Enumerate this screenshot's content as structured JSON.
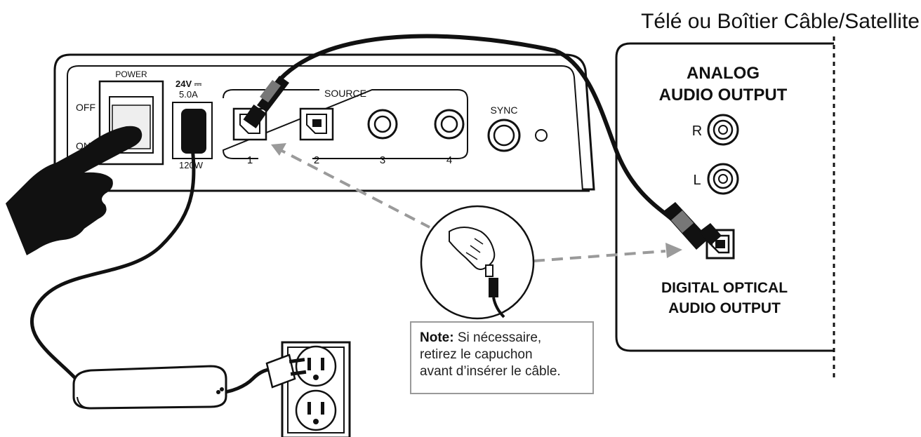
{
  "device_title": "Télé ou Boîtier Câble/Satellite",
  "soundbar_panel": {
    "power_label": "POWER",
    "off_label": "OFF",
    "on_label": "ON",
    "voltage_label": "24V ⎓",
    "current_label": "5.0A",
    "wattage_label": "120W",
    "source_label": "SOURCE",
    "port_labels": [
      "1",
      "2",
      "3",
      "4"
    ],
    "sync_label": "SYNC"
  },
  "tv_panel": {
    "analog_title_line1": "ANALOG",
    "analog_title_line2": "AUDIO OUTPUT",
    "right_label": "R",
    "left_label": "L",
    "digital_title_line1": "DIGITAL OPTICAL",
    "digital_title_line2": "AUDIO OUTPUT"
  },
  "note": {
    "bold": "Note:",
    "line1": " Si nécessaire,",
    "line2": "retirez le capuchon",
    "line3": "avant d’insérer le câble."
  }
}
